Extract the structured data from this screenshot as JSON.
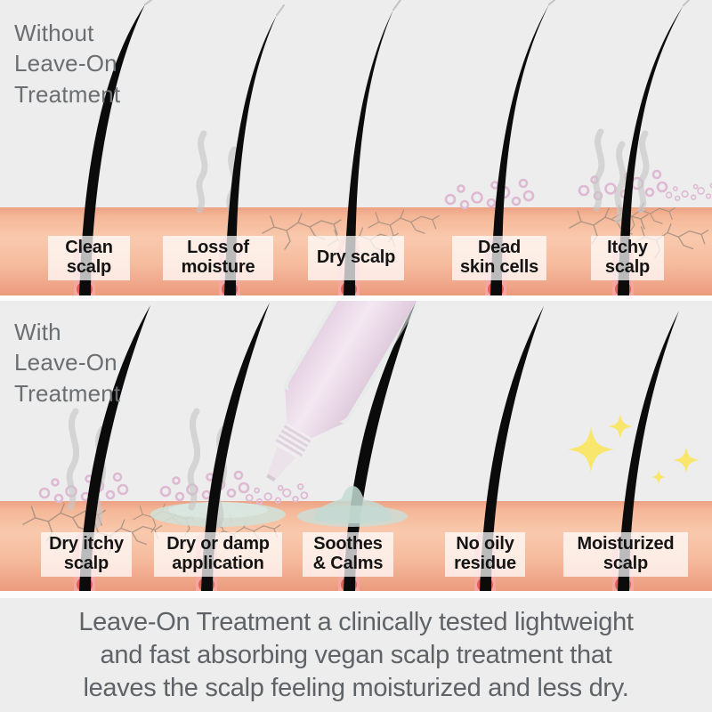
{
  "panels": [
    {
      "header": "Without\nLeave-On\nTreatment",
      "labels": [
        "Clean\nscalp",
        "Loss of\nmoisture",
        "Dry scalp",
        "Dead\nskin cells",
        "Itchy\nscalp"
      ]
    },
    {
      "header": "With\nLeave-On\nTreatment",
      "labels": [
        "Dry itchy\nscalp",
        "Dry or damp\napplication",
        "Soothes\n& Calms",
        "No oily\nresidue",
        "Moisturized\nscalp"
      ]
    }
  ],
  "caption": "Leave-On Treatment a clinically tested lightweight\nand fast absorbing vegan scalp treatment that\nleaves the scalp feeling moisturized and less dry.",
  "colors": {
    "background": "#ededed",
    "divider": "#fcfcfc",
    "scalp_light": "#f9c9ad",
    "scalp_deep": "#eb9a7d",
    "hair": "#0b0b0b",
    "follicle_pink": "#f4a7a1",
    "follicle_bulb": "#e06059",
    "steam": "#c6c6c6",
    "dead_skin_cells": "#deb9d3",
    "crack": "#a58e7f",
    "sparkle": "#f8e66d",
    "tube": "#f3e8f1",
    "gel": "#c3dad3",
    "label_box": "rgba(255,255,255,0.72)",
    "label_text": "#141414",
    "heading_text": "#6a6e71",
    "caption_text": "#5f6367"
  },
  "icons": [
    "hair-strand-icon",
    "follicle-icon",
    "steam-icon",
    "dead-skin-cells-icon",
    "crack-icon",
    "sparkle-icon",
    "treatment-tube-icon",
    "gel-blob-icon"
  ]
}
